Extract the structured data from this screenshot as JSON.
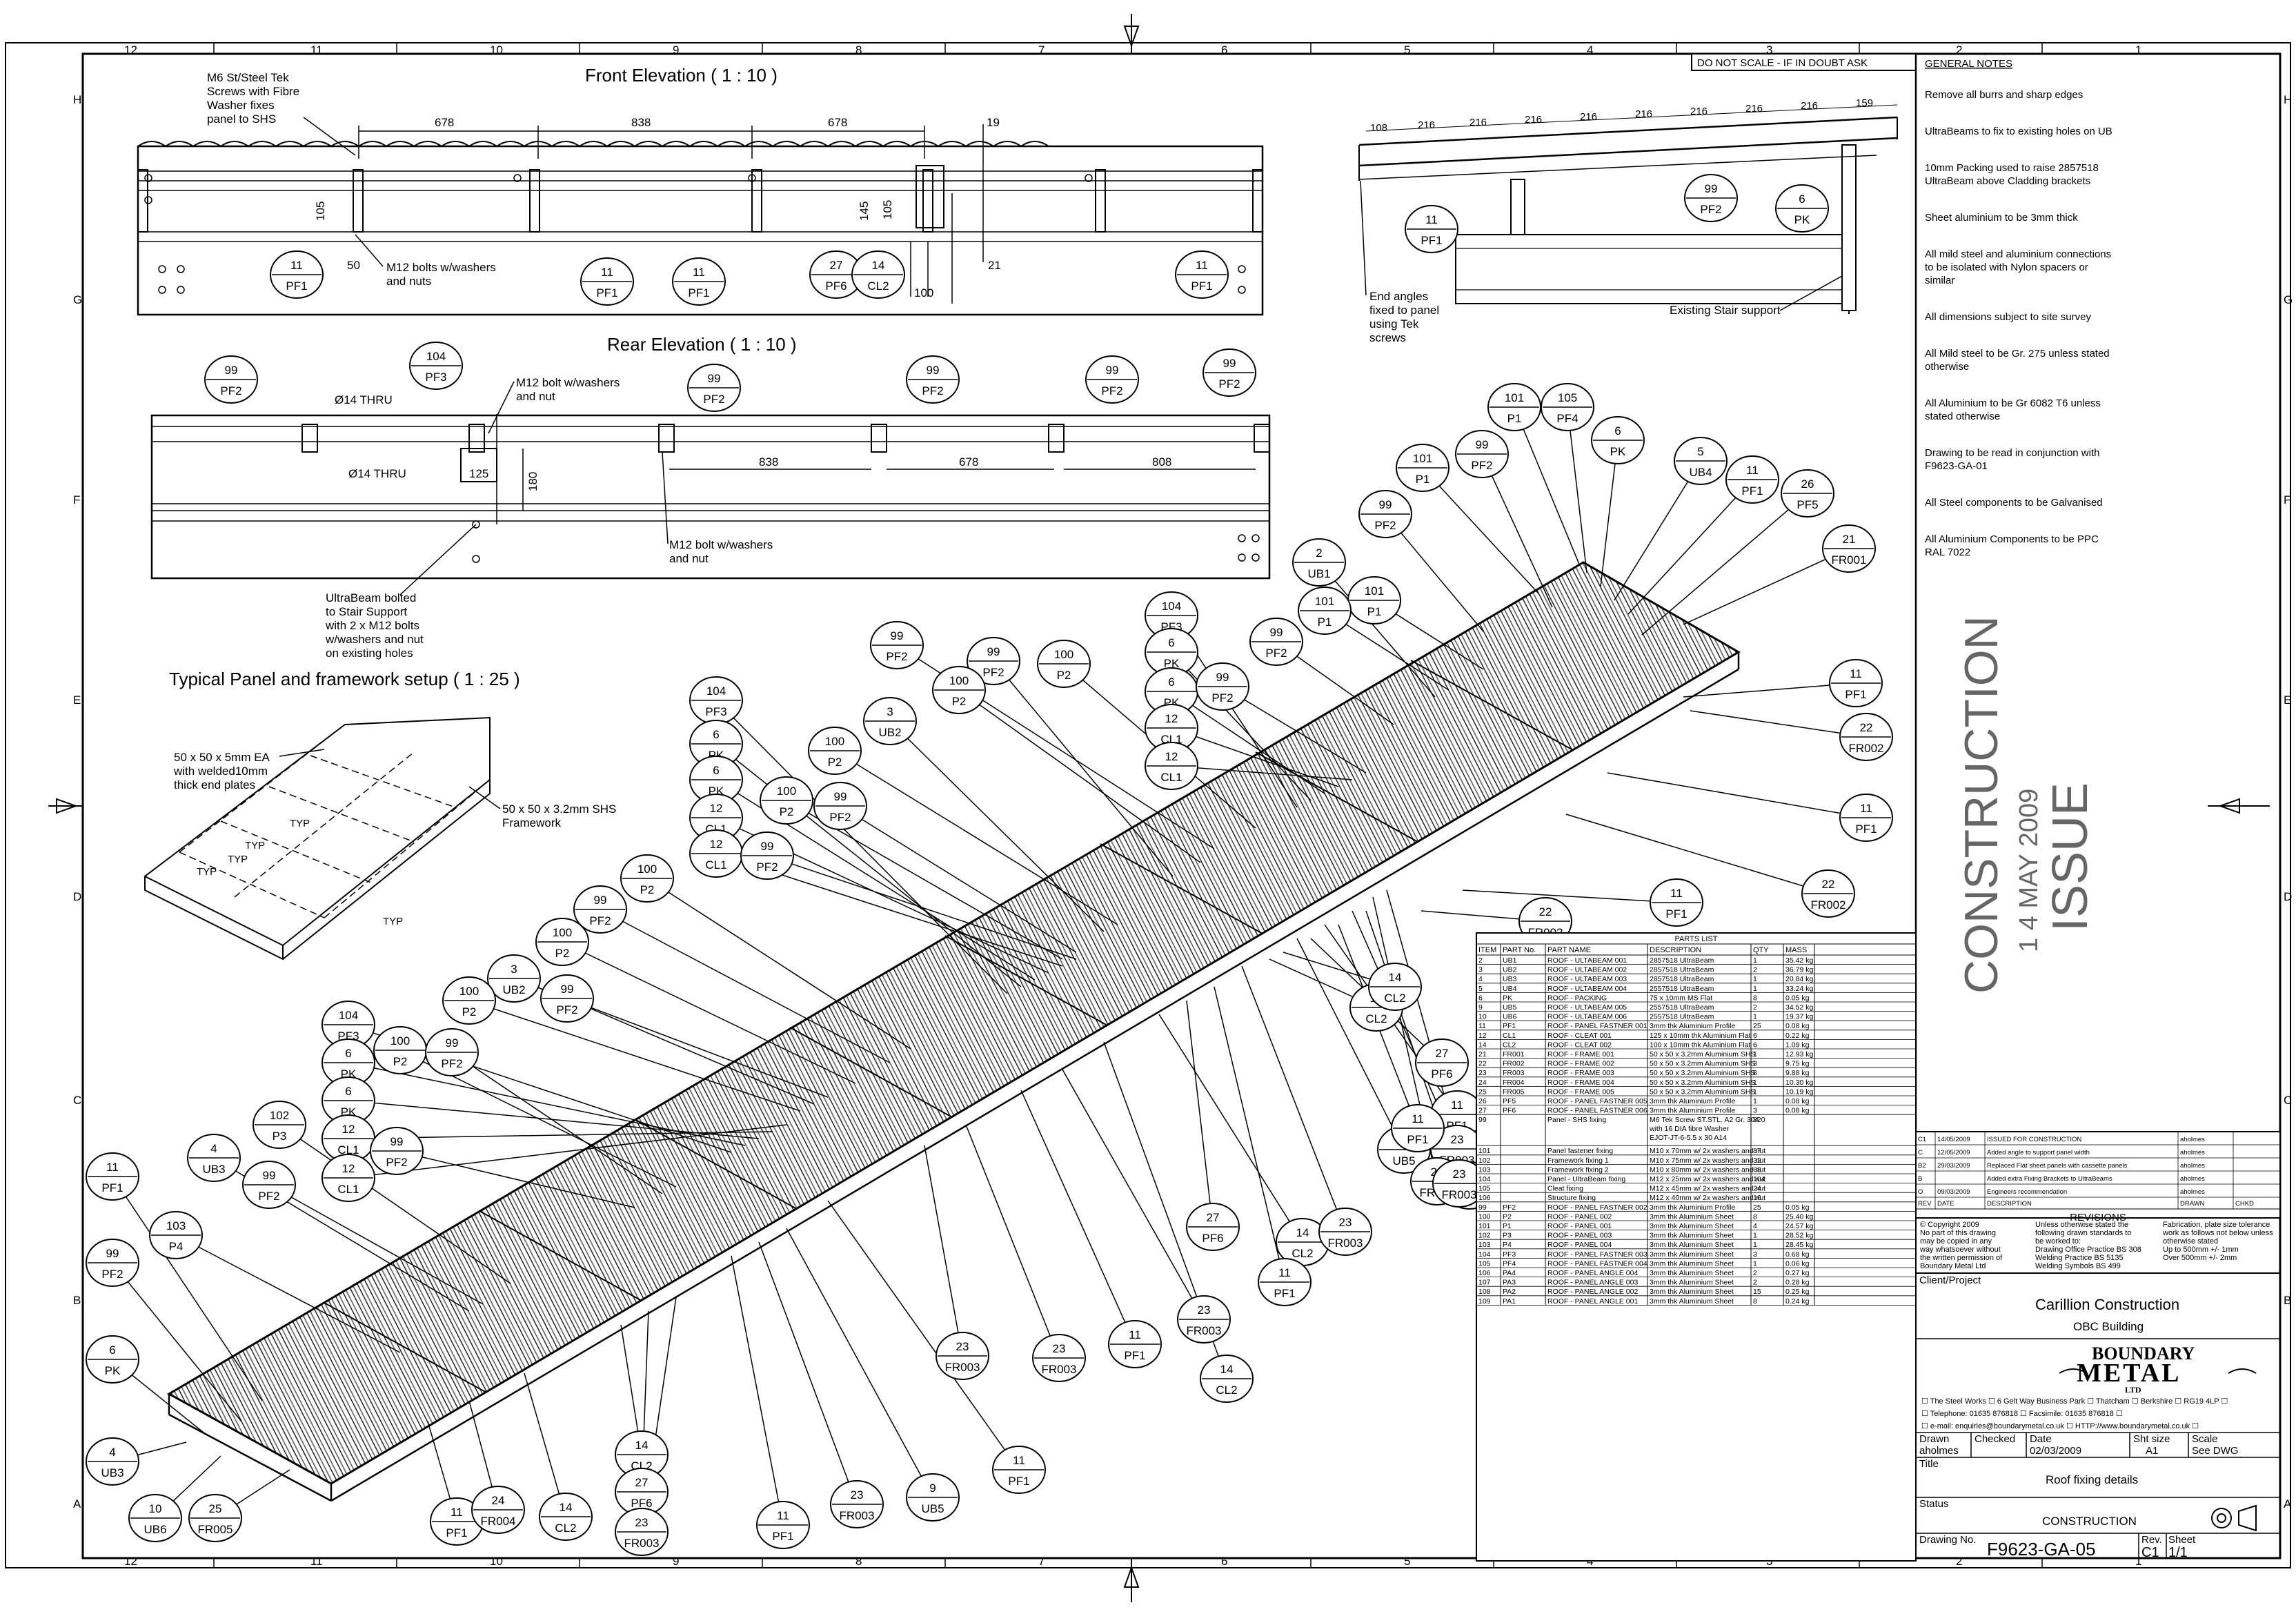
{
  "border": {
    "cols_top": [
      "12",
      "11",
      "10",
      "9",
      "8",
      "7",
      "6",
      "5",
      "4",
      "3",
      "2",
      "1"
    ],
    "cols_bottom": [
      "12",
      "11",
      "10",
      "9",
      "8",
      "7",
      "6",
      "5",
      "4",
      "3",
      "2",
      "1"
    ],
    "rows": [
      "H",
      "G",
      "F",
      "E",
      "D",
      "C",
      "B",
      "A"
    ]
  },
  "front_elevation": {
    "title": "Front Elevation  ( 1 : 10 )",
    "note_screws": [
      "M6 St/Steel Tek",
      "Screws with Fibre",
      "Washer fixes",
      "panel to SHS"
    ],
    "note_bolts": [
      "M12 bolts w/washers",
      "and nuts"
    ],
    "dims": [
      "678",
      "838",
      "678",
      "19",
      "105",
      "145",
      "105",
      "50",
      "100",
      "21"
    ],
    "bubbles": [
      {
        "n": "11",
        "c": "PF1"
      },
      {
        "n": "11",
        "c": "PF1"
      },
      {
        "n": "11",
        "c": "PF1"
      },
      {
        "n": "27",
        "c": "PF6"
      },
      {
        "n": "14",
        "c": "CL2"
      },
      {
        "n": "11",
        "c": "PF1"
      }
    ]
  },
  "rear_elevation": {
    "title": "Rear Elevation  ( 1 : 10 )",
    "note_bolt_top": [
      "M12 bolt w/washers",
      "and nut"
    ],
    "note_bolt_bottom": [
      "M12 bolt w/washers",
      "and nut"
    ],
    "hole_top": "Ø14 THRU",
    "hole_bottom": "Ø14 THRU",
    "dims": [
      "125",
      "180",
      "838",
      "678",
      "808"
    ],
    "note_ultrabeam": [
      "UltraBeam bolted",
      "to Stair Support",
      "with 2 x M12 bolts",
      "w/washers and nut",
      "on existing holes"
    ],
    "bubbles": [
      {
        "n": "99",
        "c": "PF2"
      },
      {
        "n": "104",
        "c": "PF3"
      },
      {
        "n": "99",
        "c": "PF2"
      },
      {
        "n": "99",
        "c": "PF2"
      },
      {
        "n": "99",
        "c": "PF2"
      },
      {
        "n": "99",
        "c": "PF2"
      }
    ]
  },
  "side_view": {
    "dims": [
      "108",
      "216",
      "216",
      "216",
      "216",
      "216",
      "216",
      "216",
      "216",
      "159"
    ],
    "note_angles": [
      "End angles",
      "fixed to panel",
      "using Tek",
      "screws"
    ],
    "note_support": "Existing Stair support",
    "bubbles": [
      {
        "n": "11",
        "c": "PF1"
      },
      {
        "n": "99",
        "c": "PF2"
      },
      {
        "n": "6",
        "c": "PK"
      }
    ]
  },
  "typical_panel": {
    "title": "Typical Panel and framework setup  ( 1 : 25 )",
    "note_ea": [
      "50 x 50 x 5mm EA",
      "with welded10mm",
      "thick end plates"
    ],
    "note_shs": [
      "50 x 50 x 3.2mm SHS",
      "Framework"
    ],
    "typ": [
      "TYP",
      "TYP",
      "TYP",
      "TYP",
      "TYP"
    ]
  },
  "iso_bubbles": [
    {
      "n": "101",
      "c": "P1"
    },
    {
      "n": "105",
      "c": "PF4"
    },
    {
      "n": "6",
      "c": "PK"
    },
    {
      "n": "5",
      "c": "UB4"
    },
    {
      "n": "11",
      "c": "PF1"
    },
    {
      "n": "26",
      "c": "PF5"
    },
    {
      "n": "21",
      "c": "FR001"
    },
    {
      "n": "99",
      "c": "PF2"
    },
    {
      "n": "101",
      "c": "P1"
    },
    {
      "n": "99",
      "c": "PF2"
    },
    {
      "n": "2",
      "c": "UB1"
    },
    {
      "n": "101",
      "c": "P1"
    },
    {
      "n": "99",
      "c": "PF2"
    },
    {
      "n": "101",
      "c": "P1"
    },
    {
      "n": "104",
      "c": "PF3"
    },
    {
      "n": "6",
      "c": "PK"
    },
    {
      "n": "6",
      "c": "PK"
    },
    {
      "n": "12",
      "c": "CL1"
    },
    {
      "n": "12",
      "c": "CL1"
    },
    {
      "n": "99",
      "c": "PF2"
    },
    {
      "n": "11",
      "c": "PF1"
    },
    {
      "n": "22",
      "c": "FR002"
    },
    {
      "n": "11",
      "c": "PF1"
    },
    {
      "n": "22",
      "c": "FR002"
    },
    {
      "n": "11",
      "c": "PF1"
    },
    {
      "n": "22",
      "c": "FR002"
    },
    {
      "n": "99",
      "c": "PF2"
    },
    {
      "n": "100",
      "c": "P2"
    },
    {
      "n": "99",
      "c": "PF2"
    },
    {
      "n": "100",
      "c": "P2"
    },
    {
      "n": "3",
      "c": "UB2"
    },
    {
      "n": "100",
      "c": "P2"
    },
    {
      "n": "99",
      "c": "PF2"
    },
    {
      "n": "100",
      "c": "P2"
    },
    {
      "n": "104",
      "c": "PF3"
    },
    {
      "n": "6",
      "c": "PK"
    },
    {
      "n": "6",
      "c": "PK"
    },
    {
      "n": "12",
      "c": "CL1"
    },
    {
      "n": "12",
      "c": "CL1"
    },
    {
      "n": "99",
      "c": "PF2"
    },
    {
      "n": "100",
      "c": "P2"
    },
    {
      "n": "99",
      "c": "PF2"
    },
    {
      "n": "100",
      "c": "P2"
    },
    {
      "n": "3",
      "c": "UB2"
    },
    {
      "n": "99",
      "c": "PF2"
    },
    {
      "n": "100",
      "c": "P2"
    },
    {
      "n": "104",
      "c": "PF3"
    },
    {
      "n": "6",
      "c": "PK"
    },
    {
      "n": "6",
      "c": "PK"
    },
    {
      "n": "12",
      "c": "CL1"
    },
    {
      "n": "12",
      "c": "CL1"
    },
    {
      "n": "100",
      "c": "P2"
    },
    {
      "n": "99",
      "c": "PF2"
    },
    {
      "n": "99",
      "c": "PF2"
    },
    {
      "n": "102",
      "c": "P3"
    },
    {
      "n": "4",
      "c": "UB3"
    },
    {
      "n": "99",
      "c": "PF2"
    },
    {
      "n": "103",
      "c": "P4"
    },
    {
      "n": "11",
      "c": "PF1"
    },
    {
      "n": "99",
      "c": "PF2"
    },
    {
      "n": "6",
      "c": "PK"
    },
    {
      "n": "4",
      "c": "UB3"
    },
    {
      "n": "10",
      "c": "UB6"
    },
    {
      "n": "25",
      "c": "FR005"
    },
    {
      "n": "11",
      "c": "PF1"
    },
    {
      "n": "24",
      "c": "FR004"
    },
    {
      "n": "14",
      "c": "CL2"
    },
    {
      "n": "14",
      "c": "CL2"
    },
    {
      "n": "27",
      "c": "PF6"
    },
    {
      "n": "23",
      "c": "FR003"
    },
    {
      "n": "11",
      "c": "PF1"
    },
    {
      "n": "23",
      "c": "FR003"
    },
    {
      "n": "9",
      "c": "UB5"
    },
    {
      "n": "11",
      "c": "PF1"
    },
    {
      "n": "23",
      "c": "FR003"
    },
    {
      "n": "23",
      "c": "FR003"
    },
    {
      "n": "11",
      "c": "PF1"
    },
    {
      "n": "23",
      "c": "FR003"
    },
    {
      "n": "14",
      "c": "CL2"
    },
    {
      "n": "14",
      "c": "CL2"
    },
    {
      "n": "27",
      "c": "PF6"
    },
    {
      "n": "11",
      "c": "PF1"
    },
    {
      "n": "23",
      "c": "FR003"
    },
    {
      "n": "9",
      "c": "UB5"
    },
    {
      "n": "11",
      "c": "PF1"
    },
    {
      "n": "23",
      "c": "FR003"
    },
    {
      "n": "23",
      "c": "FR003"
    },
    {
      "n": "11",
      "c": "PF1"
    },
    {
      "n": "14",
      "c": "CL2"
    },
    {
      "n": "14",
      "c": "CL2"
    },
    {
      "n": "27",
      "c": "PF6"
    },
    {
      "n": "11",
      "c": "PF1"
    },
    {
      "n": "23",
      "c": "FR003"
    }
  ],
  "parts_list": {
    "title": "PARTS LIST",
    "headers": [
      "ITEM",
      "PART No.",
      "PART NAME",
      "DESCRIPTION",
      "QTY",
      "MASS"
    ],
    "rows": [
      [
        "2",
        "UB1",
        "ROOF - ULTABEAM 001",
        "2857518 UltraBeam",
        "1",
        "35.42 kg"
      ],
      [
        "3",
        "UB2",
        "ROOF - ULTABEAM 002",
        "2857518 UltraBeam",
        "2",
        "36.79 kg"
      ],
      [
        "4",
        "UB3",
        "ROOF - ULTABEAM 003",
        "2857518 UltraBeam",
        "1",
        "20.84 kg"
      ],
      [
        "5",
        "UB4",
        "ROOF - ULTABEAM 004",
        "2557518 UltraBeam",
        "1",
        "33.24 kg"
      ],
      [
        "6",
        "PK",
        "ROOF - PACKING",
        "75 x 10mm MS Flat",
        "8",
        "0.05 kg"
      ],
      [
        "9",
        "UB5",
        "ROOF - ULTABEAM 005",
        "2557518 UltraBeam",
        "2",
        "34.52 kg"
      ],
      [
        "10",
        "UB6",
        "ROOF - ULTABEAM 006",
        "2557518 UltraBeam",
        "1",
        "19.37 kg"
      ],
      [
        "11",
        "PF1",
        "ROOF - PANEL FASTNER 001",
        "3mm thk Aluminium Profile",
        "25",
        "0.08 kg"
      ],
      [
        "12",
        "CL1",
        "ROOF - CLEAT 001",
        "125 x 10mm thk Aluminium Flat",
        "6",
        "0.22 kg"
      ],
      [
        "14",
        "CL2",
        "ROOF - CLEAT 002",
        "100 x 10mm thk Aluminium Flat",
        "6",
        "1.09 kg"
      ],
      [
        "21",
        "FR001",
        "ROOF - FRAME 001",
        "50 x 50 x 3.2mm Aluminium SHS",
        "1",
        "12.93 kg"
      ],
      [
        "22",
        "FR002",
        "ROOF - FRAME 002",
        "50 x 50 x 3.2mm Aluminium SHS",
        "3",
        "9.75 kg"
      ],
      [
        "23",
        "FR003",
        "ROOF - FRAME 003",
        "50 x 50 x 3.2mm Aluminium SHS",
        "8",
        "9.88 kg"
      ],
      [
        "24",
        "FR004",
        "ROOF - FRAME 004",
        "50 x 50 x 3.2mm Aluminium SHS",
        "1",
        "10.30 kg"
      ],
      [
        "25",
        "FR005",
        "ROOF - FRAME 005",
        "50 x 50 x 3.2mm Aluminium SHS",
        "1",
        "10.19 kg"
      ],
      [
        "26",
        "PF5",
        "ROOF - PANEL FASTNER 005",
        "3mm thk Aluminium Profile",
        "1",
        "0.08 kg"
      ],
      [
        "27",
        "PF6",
        "ROOF - PANEL FASTNER 006",
        "3mm thk Aluminium Profile",
        "3",
        "0.08 kg"
      ],
      [
        "99",
        "",
        "Panel - SHS fixing",
        "M6 Tek Screw ST.STL. A2 Gr. 304 with 16 DIA fibre Washer EJOT-JT-6-5.5 x 30 A14",
        "820",
        ""
      ],
      [
        "101",
        "",
        "Panel fastener fixing",
        "M10 x 70mm w/ 2x washers and nut",
        "87",
        ""
      ],
      [
        "102",
        "",
        "Framework fixing 1",
        "M10 x 75mm w/ 2x washers and nut",
        "32",
        ""
      ],
      [
        "103",
        "",
        "Framework fixing 2",
        "M10 x 80mm w/ 2x washers and nut",
        "68",
        ""
      ],
      [
        "104",
        "",
        "Panel - UltraBeam fixing",
        "M12 x 25mm w/ 2x washers and nut",
        "104",
        ""
      ],
      [
        "105",
        "",
        "Cleat fixing",
        "M12 x 45mm w/ 2x washers and nut",
        "24",
        ""
      ],
      [
        "106",
        "",
        "Structure fixing",
        "M12 x 40mm w/ 2x washers and nut",
        "16",
        ""
      ],
      [
        "99",
        "PF2",
        "ROOF - PANEL FASTNER 002",
        "3mm thk Aluminium Profile",
        "25",
        "0.05 kg"
      ],
      [
        "100",
        "P2",
        "ROOF - PANEL 002",
        "3mm thk Aluminium Sheet",
        "8",
        "25.40 kg"
      ],
      [
        "101",
        "P1",
        "ROOF - PANEL 001",
        "3mm thk Aluminium Sheet",
        "4",
        "24.57 kg"
      ],
      [
        "102",
        "P3",
        "ROOF - PANEL 003",
        "3mm thk Aluminium Sheet",
        "1",
        "28.52 kg"
      ],
      [
        "103",
        "P4",
        "ROOF - PANEL 004",
        "3mm thk Aluminium Sheet",
        "1",
        "28.45 kg"
      ],
      [
        "104",
        "PF3",
        "ROOF - PANEL FASTNER 003",
        "3mm thk Aluminium Sheet",
        "3",
        "0.68 kg"
      ],
      [
        "105",
        "PF4",
        "ROOF - PANEL FASTNER 004",
        "3mm thk Aluminium Sheet",
        "1",
        "0.06 kg"
      ],
      [
        "106",
        "PA4",
        "ROOF - PANEL ANGLE 004",
        "3mm thk Aluminium Sheet",
        "2",
        "0.27 kg"
      ],
      [
        "107",
        "PA3",
        "ROOF - PANEL ANGLE 003",
        "3mm thk Aluminium Sheet",
        "2",
        "0.28 kg"
      ],
      [
        "108",
        "PA2",
        "ROOF - PANEL ANGLE 002",
        "3mm thk Aluminium Sheet",
        "15",
        "0.25 kg"
      ],
      [
        "109",
        "PA1",
        "ROOF - PANEL ANGLE 001",
        "3mm thk Aluminium Sheet",
        "8",
        "0.24 kg"
      ]
    ]
  },
  "do_not_scale": "DO NOT SCALE - IF IN DOUBT ASK",
  "general_notes": {
    "title": "GENERAL NOTES",
    "items": [
      [
        "Remove all burrs and sharp edges"
      ],
      [
        "UltraBeams to fix to existing holes on UB"
      ],
      [
        "10mm Packing used to raise 2857518",
        "UltraBeam above Cladding brackets"
      ],
      [
        "Sheet aluminium to be 3mm thick"
      ],
      [
        "All mild steel and aluminium connections",
        "to be isolated with Nylon spacers or",
        "similar"
      ],
      [
        "All dimensions subject to site survey"
      ],
      [
        "All Mild steel to be Gr. 275 unless stated",
        "otherwise"
      ],
      [
        "All Aluminium to be Gr 6082 T6 unless",
        "stated otherwise"
      ],
      [
        "Drawing to be read in conjunction with",
        "F9623-GA-01"
      ],
      [
        "All Steel components to be Galvanised"
      ],
      [
        "All Aluminium Components to be PPC",
        "RAL 7022"
      ]
    ]
  },
  "stamp": {
    "line1": "CONSTRUCTION",
    "line2": "1 4 MAY 2009",
    "line3": "ISSUE"
  },
  "revisions": {
    "title": "REVISIONS",
    "headers": [
      "REV",
      "DATE",
      "DESCRIPTION",
      "DRAWN",
      "CHKD"
    ],
    "rows": [
      [
        "C1",
        "14/05/2009",
        "ISSUED FOR CONSTRUCTION",
        "aholmes",
        ""
      ],
      [
        "C",
        "12/05/2009",
        "Added angle to support panel width",
        "aholmes",
        ""
      ],
      [
        "B2",
        "29/03/2009",
        "Replaced Flat sheet panels with cassette panels",
        "aholmes",
        ""
      ],
      [
        "B",
        "",
        "Added extra Fixing Brackets to UltraBeams",
        "aholmes",
        ""
      ],
      [
        "O",
        "09/03/2009",
        "Engineers recommendation",
        "aholmes",
        ""
      ]
    ]
  },
  "copyright": {
    "left": [
      "© Copyright 2009",
      "No part of this drawing",
      "may be copied in any",
      "way whatsoever without",
      "the written permission of",
      "Boundary Metal Ltd"
    ],
    "mid": [
      "Unless otherwise stated the",
      "following drawn standards to",
      "be worked to:",
      "Drawing Office Practice BS 308",
      "Welding Practice   BS 5135",
      "Welding Symbols   BS 499"
    ],
    "right": [
      "Fabrication, plate size tolerance",
      "work as follows not below unless",
      "otherwise stated",
      "Up to 500mm +/- 1mm",
      "Over 500mm +/- 2mm"
    ]
  },
  "title_block": {
    "client_label": "Client/Project",
    "client": "Carillion Construction",
    "project": "OBC Building",
    "company_line1": "BOUNDARY",
    "company_line2": "METAL",
    "company_line3": "LTD",
    "address": "☐ The Steel Works ☐ 6 Gelt Way Business Park ☐ Thatcham ☐ Berkshire ☐ RG19 4LP ☐",
    "phone": "☐ Telephone: 01635 876818 ☐   Facsimile: 01635 876818 ☐",
    "email": "☐ e-mail: enquiries@boundarymetal.co.uk ☐   HTTP://www.boundarymetal.co.uk ☐",
    "drawn_label": "Drawn",
    "drawn": "aholmes",
    "checked_label": "Checked",
    "date_label": "Date",
    "date": "02/03/2009",
    "sht_label": "Sht size",
    "sht": "A1",
    "scale_label": "Scale",
    "scale": "See DWG",
    "title_label": "Title",
    "title": "Roof fixing details",
    "status_label": "Status",
    "status": "CONSTRUCTION",
    "dwg_label": "Drawing No.",
    "dwg": "F9623-GA-05",
    "rev_label": "Rev.",
    "rev": "C1",
    "sheet_label": "Sheet",
    "sheet": "1/1"
  }
}
